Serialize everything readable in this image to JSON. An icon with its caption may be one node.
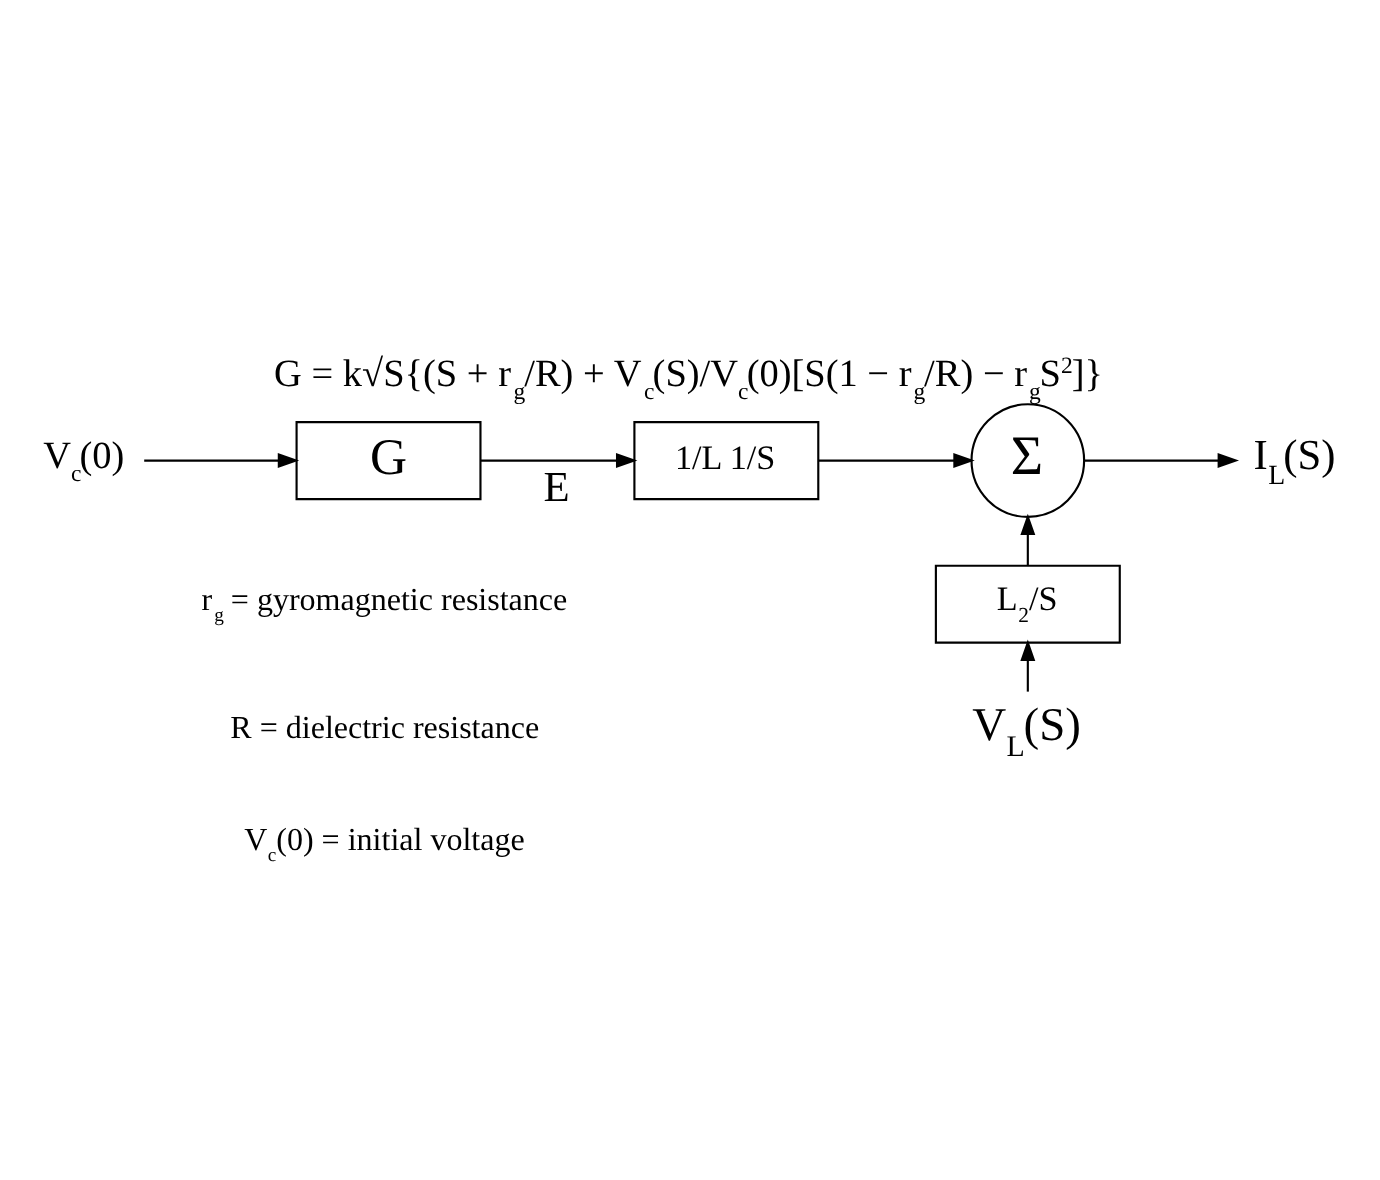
{
  "diagram": {
    "title": "G = k√S{(S + r$_{g}$/R) + V$_{c}$(S)/V$_{c}$(0)[S(1 − r$_{g}$/R) − r$_{g}$S$^{2}$]}",
    "nodes": [
      {
        "text": [
          "V$_{c}$(0)"
        ]
      },
      {
        "text": [
          "G"
        ]
      },
      {
        "text": [
          "1/L 1/S"
        ]
      },
      {
        "text": [
          "Σ"
        ]
      },
      {
        "text": [
          "I$_{L}$(S)"
        ]
      },
      {
        "text": [
          "L$_{2}$/S"
        ]
      },
      {
        "text": [
          "V$_{L}$(S)"
        ]
      }
    ],
    "edges": [
      {
        "from": 0,
        "to": 1,
        "arrow": "to"
      },
      {
        "from": 1,
        "to": 2,
        "arrow": "to",
        "label": "E"
      },
      {
        "from": 2,
        "to": 3,
        "arrow": "to"
      },
      {
        "from": 3,
        "to": 4,
        "arrow": "to"
      },
      {
        "from": 5,
        "to": 3,
        "arrow": "to"
      },
      {
        "from": 6,
        "to": 5,
        "arrow": "to"
      }
    ],
    "labels": [
      "r$_{g}$ = gyromagnetic resistance",
      "R = dielectric resistance",
      "V$_{c}$(0) = initial voltage"
    ]
  }
}
